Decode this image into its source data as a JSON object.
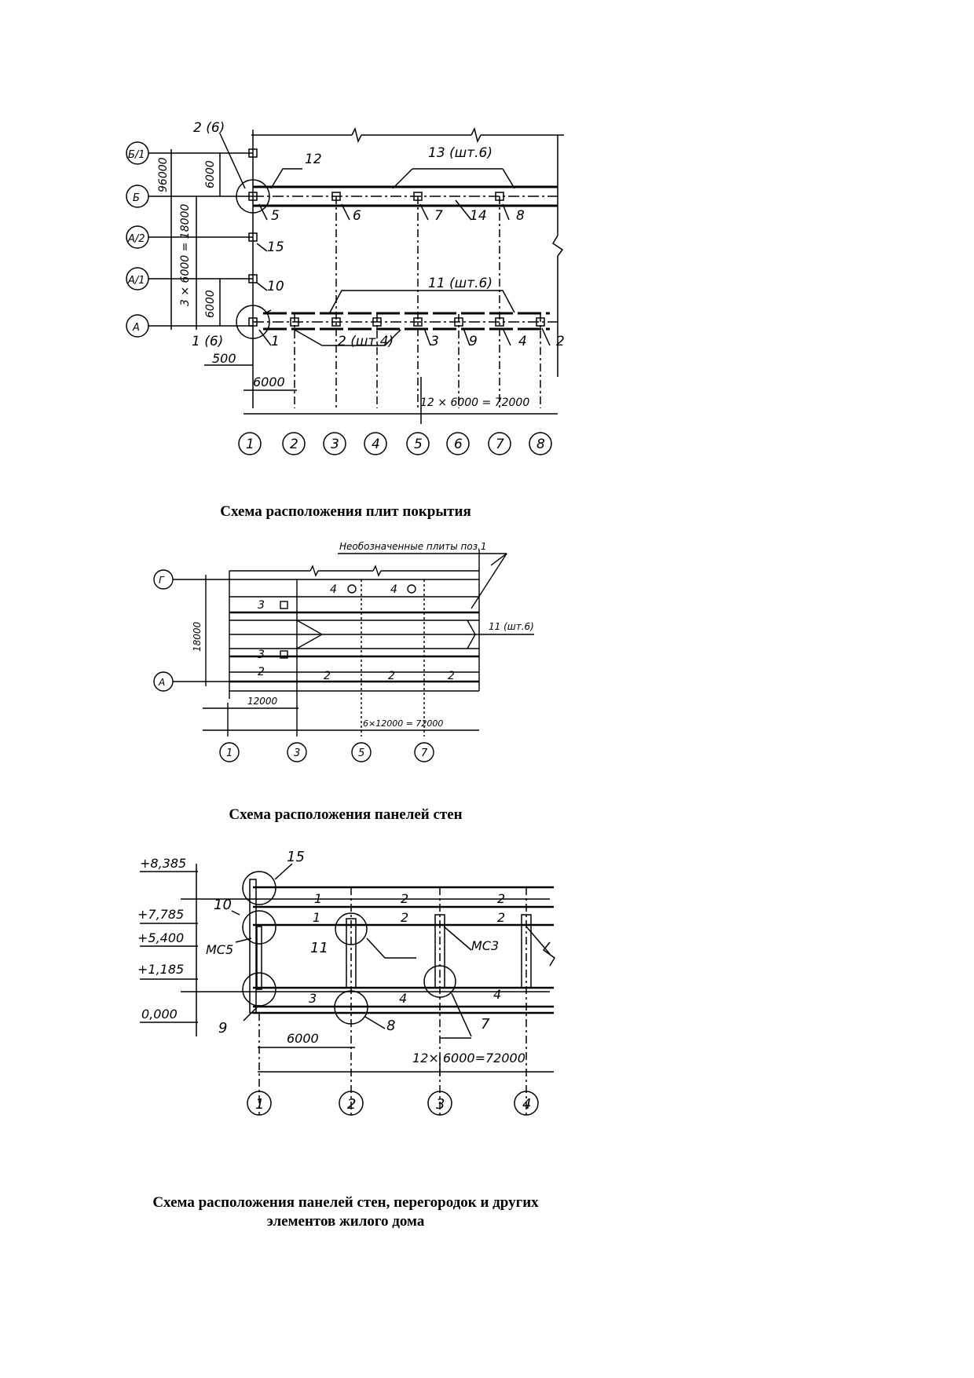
{
  "page": {
    "captions": {
      "roof": "Схема расположения плит покрытия",
      "walls": "Схема расположения панелей стен",
      "house_line1": "Схема расположения панелей стен, перегородок и других",
      "house_line2": "элементов жилого дома"
    }
  },
  "diagram1": {
    "row_axes": [
      "Б/1",
      "Б",
      "А/2",
      "А/1",
      "А"
    ],
    "col_axes": [
      "1",
      "2",
      "3",
      "4",
      "5",
      "6",
      "7",
      "8"
    ],
    "dims": {
      "d96000": "96000",
      "d6000_top": "6000",
      "d3x6000": "3 × 6000 = 18000",
      "d6000_low": "6000",
      "d500": "500",
      "d6000_bottom": "6000",
      "d12x6000": "12 × 6000 = 72000"
    },
    "labels": {
      "l_2_6": "2 (6)",
      "l_12": "12",
      "l_13": "13 (шт.6)",
      "l_5": "5",
      "l_6": "6",
      "l_7": "7",
      "l_14": "14",
      "l_8": "8",
      "l_15": "15",
      "l_10": "10",
      "l_11": "11 (шт.6)",
      "l_1_6": "1 (6)",
      "l_1": "1",
      "l_2_4": "2 (шт.4)",
      "l_3": "3",
      "l_9": "9",
      "l_4": "4",
      "l_2": "2"
    }
  },
  "diagram2": {
    "row_axes": [
      "Г",
      "А"
    ],
    "col_axes": [
      "1",
      "3",
      "5",
      "7"
    ],
    "note": "Необозначенные плиты поз.1",
    "note_11": "11 (шт.6)",
    "dims": {
      "d18000": "18000",
      "d12000": "12000",
      "d6x12000": "6×12000 = 72000"
    },
    "cells": {
      "c4a": "4",
      "c4b": "4",
      "c3a": "3",
      "c3b": "3",
      "c2a": "2",
      "c2b": "2",
      "c2c": "2",
      "c2d": "2"
    }
  },
  "diagram3": {
    "col_axes": [
      "1",
      "2",
      "3",
      "4"
    ],
    "levels": [
      "+8,385",
      "+7,785",
      "+5,400",
      "+1,185",
      "0,000"
    ],
    "labels": {
      "l_15": "15",
      "l_10": "10",
      "l_mc5": "МС5",
      "l_11": "11",
      "l_mc3": "МС3",
      "l_9": "9",
      "l_8": "8",
      "l_7": "7",
      "r1a": "1",
      "r1b": "2",
      "r1c": "2",
      "r2a": "1",
      "r2b": "2",
      "r2c": "2",
      "r3a": "3",
      "r3b": "4",
      "r3c": "4"
    },
    "dims": {
      "d6000": "6000",
      "d12x6000": "12× 6000=72000"
    }
  }
}
